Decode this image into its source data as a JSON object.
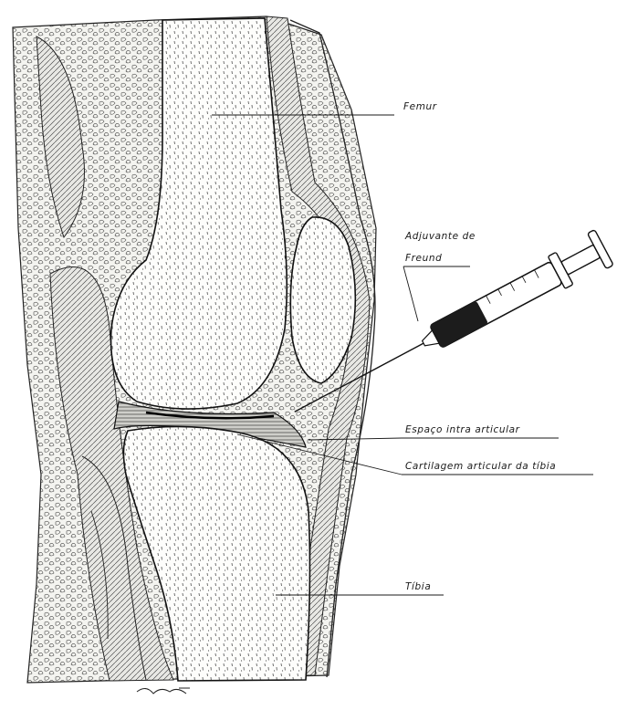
{
  "labels": {
    "femur": "Femur",
    "adjuvante_line1": "Adjuvante de",
    "adjuvante_line2": "Freund",
    "espaco": "Espaço intra articular",
    "cartilagem": "Cartilagem articular da tíbia",
    "tibia": "Tíbia"
  },
  "colors": {
    "ink": "#1a1a1a",
    "background": "#ffffff"
  }
}
